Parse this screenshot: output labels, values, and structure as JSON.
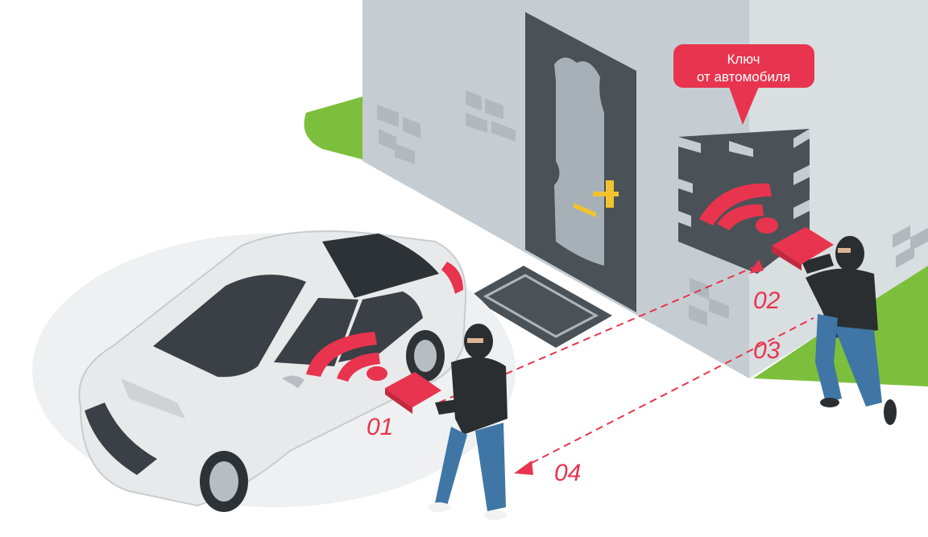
{
  "callout": {
    "line1": "Ключ",
    "line2": "от автомобиля"
  },
  "steps": [
    {
      "id": "01",
      "label": "01"
    },
    {
      "id": "02",
      "label": "02"
    },
    {
      "id": "03",
      "label": "03"
    },
    {
      "id": "04",
      "label": "04"
    }
  ],
  "colors": {
    "accent": "#e8344e",
    "wall": "#c6cdd2",
    "wall_side": "#d9dee1",
    "brick": "#4b5257",
    "grass": "#7cbf3c",
    "door": "#4b5257",
    "car": "#e8e9ea",
    "thief": "#2b2e31",
    "jeans": "#3f76a5"
  },
  "icons": [
    "wifi-signal-icon",
    "relay-device-icon",
    "car-key-icon"
  ]
}
